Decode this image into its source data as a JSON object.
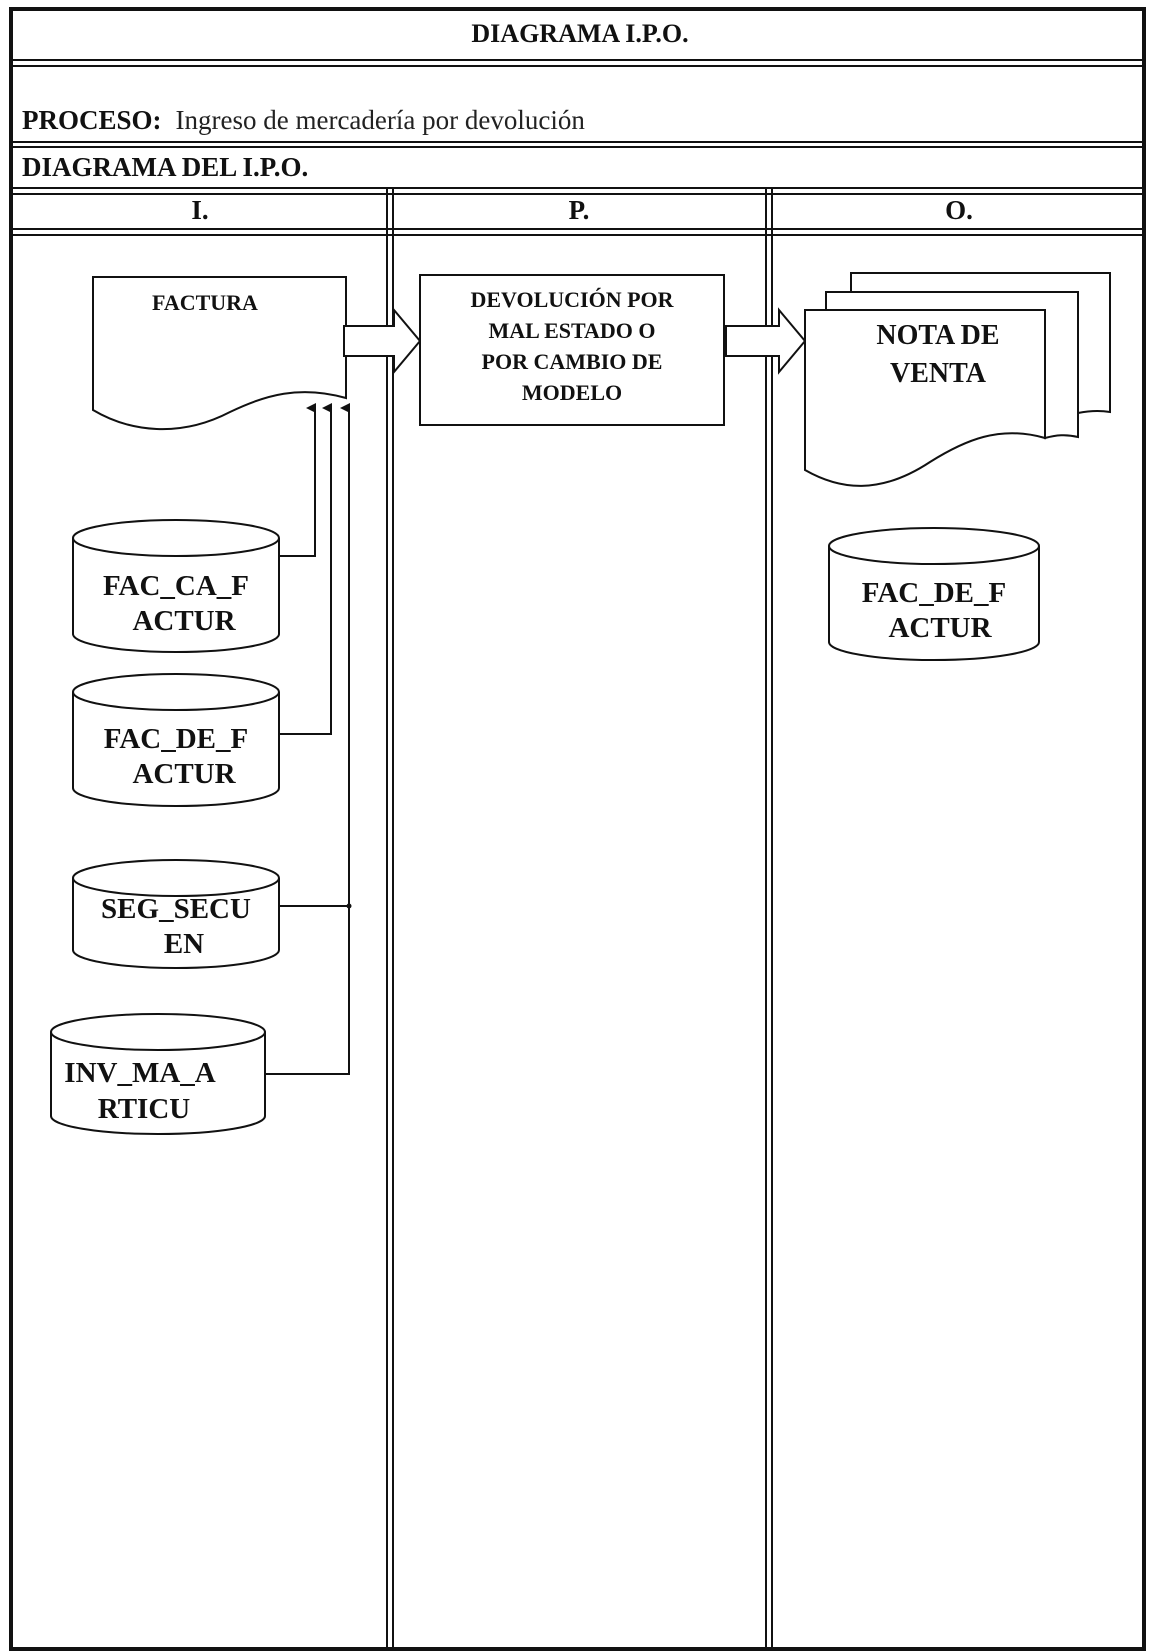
{
  "header": {
    "title": "DIAGRAMA I.P.O.",
    "process_label": "PROCESO:",
    "process_value": "Ingreso de mercadería por devolución",
    "subtitle": "DIAGRAMA DEL I.P.O."
  },
  "columns": {
    "input": "I.",
    "process": "P.",
    "output": "O."
  },
  "input": {
    "document": "FACTURA",
    "stores": [
      {
        "line1": "FAC_CA_F",
        "line2": "ACTUR"
      },
      {
        "line1": "FAC_DE_F",
        "line2": "ACTUR"
      },
      {
        "line1": "SEG_SECU",
        "line2": "EN"
      },
      {
        "line1": "INV_MA_A",
        "line2": "RTICU"
      }
    ]
  },
  "process": {
    "lines": [
      "DEVOLUCIÓN POR",
      "MAL ESTADO O",
      "POR CAMBIO DE",
      "MODELO"
    ]
  },
  "output": {
    "document_lines": [
      "NOTA DE",
      "VENTA"
    ],
    "store": {
      "line1": "FAC_DE_F",
      "line2": "ACTUR"
    }
  }
}
